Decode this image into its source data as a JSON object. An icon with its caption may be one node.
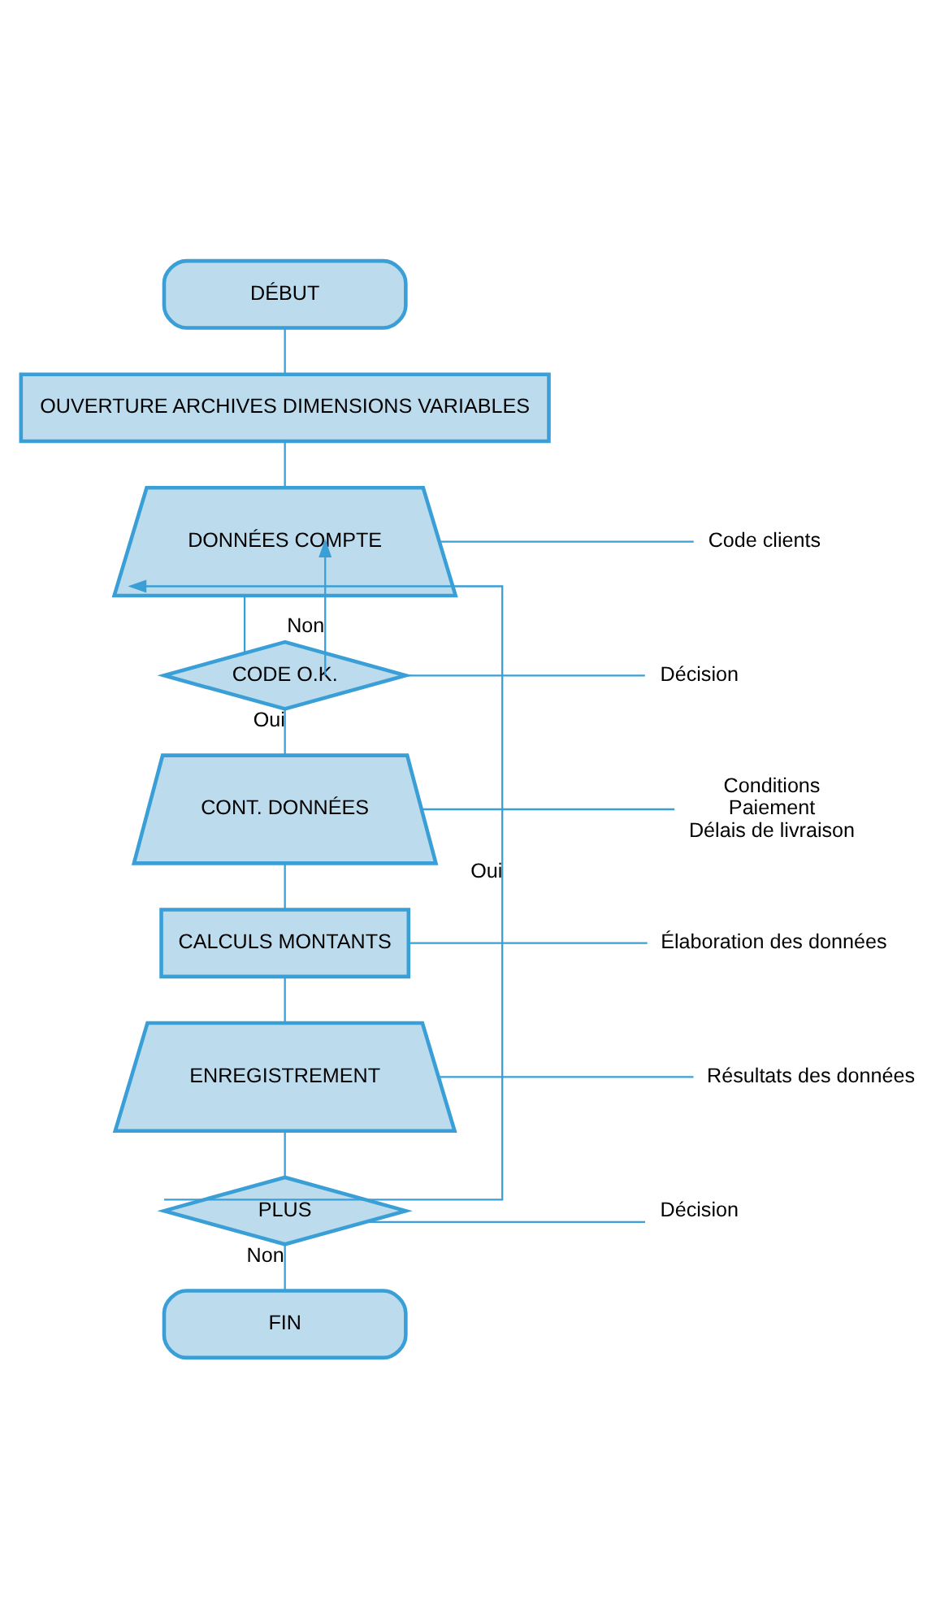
{
  "diagram": {
    "nodes": [
      {
        "text": [
          "DÉBUT"
        ]
      },
      {
        "text": [
          "OUVERTURE ARCHIVES DIMENSIONS VARIABLES"
        ]
      },
      {
        "text": [
          "DONNÉES COMPTE"
        ]
      },
      {
        "text": [
          "CODE O.K."
        ]
      },
      {
        "text": [
          "CONT. DONNÉES"
        ]
      },
      {
        "text": [
          "CALCULS MONTANTS"
        ]
      },
      {
        "text": [
          "ENREGISTREMENT"
        ]
      },
      {
        "text": [
          "PLUS"
        ]
      },
      {
        "text": [
          "FIN"
        ]
      },
      {
        "text": [
          "Code clients"
        ]
      },
      {
        "text": [
          "Décision"
        ]
      },
      {
        "text": [
          "Conditions",
          "Paiement",
          "Délais de livraison"
        ]
      },
      {
        "text": [
          "Élaboration des données"
        ]
      },
      {
        "text": [
          "Résultats des données"
        ]
      },
      {
        "text": [
          "Décision"
        ]
      }
    ],
    "edges": [
      {
        "from": 0,
        "to": 1,
        "arrow": "none"
      },
      {
        "from": 1,
        "to": 2,
        "arrow": "none"
      },
      {
        "from": 2,
        "to": 3,
        "arrow": "none"
      },
      {
        "from": 3,
        "to": 4,
        "arrow": "none",
        "label": "Oui"
      },
      {
        "from": 4,
        "to": 5,
        "arrow": "none"
      },
      {
        "from": 5,
        "to": 6,
        "arrow": "none"
      },
      {
        "from": 6,
        "to": 7,
        "arrow": "none"
      },
      {
        "from": 7,
        "to": 8,
        "arrow": "none",
        "label": "Non"
      },
      {
        "from": 3,
        "to": 2,
        "arrow": "to",
        "label": "Non"
      },
      {
        "from": 7,
        "to": 2,
        "arrow": "to",
        "label": "Oui"
      },
      {
        "from": 2,
        "to": 9,
        "arrow": "none"
      },
      {
        "from": 3,
        "to": 10,
        "arrow": "none"
      },
      {
        "from": 4,
        "to": 11,
        "arrow": "none"
      },
      {
        "from": 5,
        "to": 12,
        "arrow": "none"
      },
      {
        "from": 6,
        "to": 13,
        "arrow": "none"
      },
      {
        "from": 7,
        "to": 14,
        "arrow": "none"
      }
    ]
  }
}
